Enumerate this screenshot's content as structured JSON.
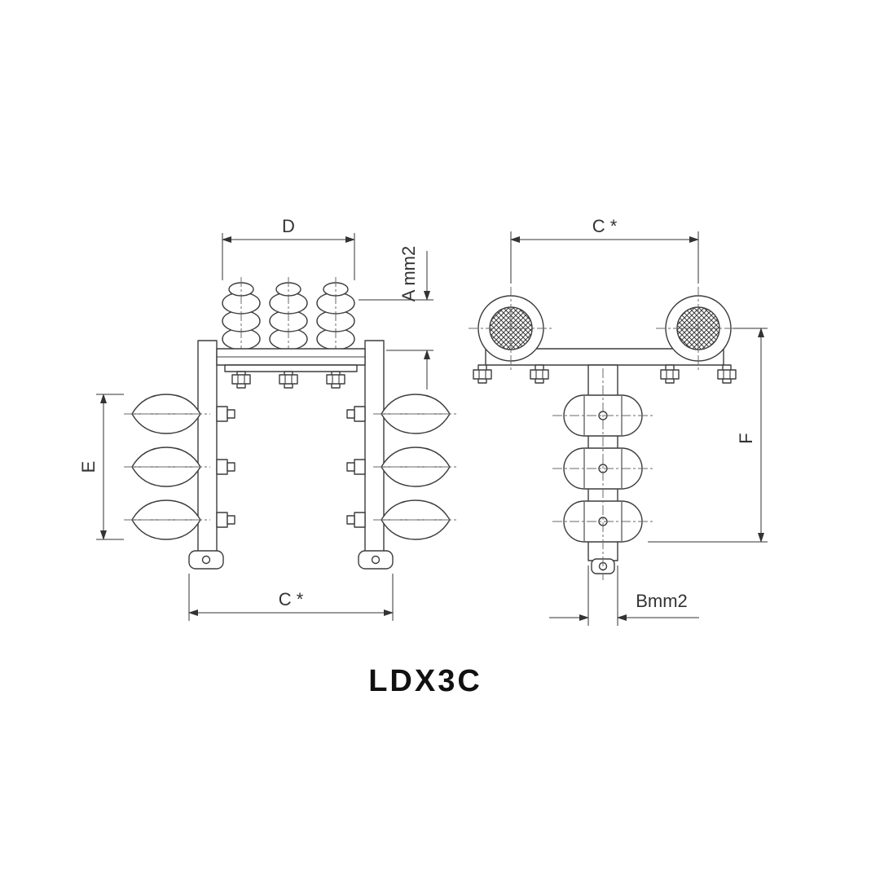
{
  "drawing": {
    "title": "LDX3C",
    "colors": {
      "line": "#3c3c3c",
      "dimension": "#333333",
      "background": "#ffffff"
    },
    "front_view": {
      "dim_d": "D",
      "dim_a": "A mm2",
      "dim_e": "E",
      "dim_c": "C *"
    },
    "side_view": {
      "dim_c": "C *",
      "dim_f": "F",
      "dim_b": "Bmm2"
    }
  }
}
